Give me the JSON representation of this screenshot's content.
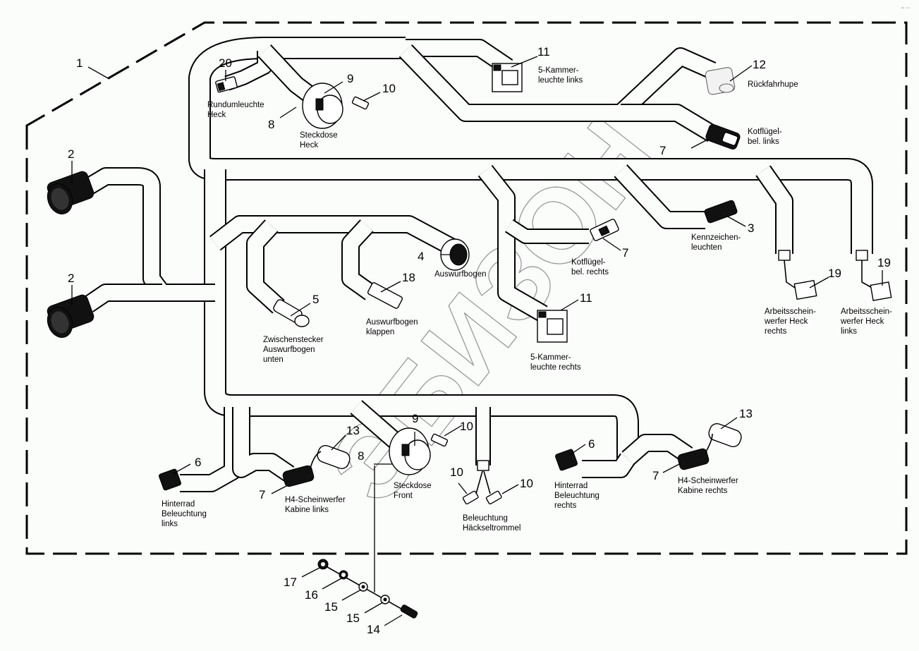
{
  "diagram": {
    "title": "Kabelbaum Beleuchtung",
    "watermark": "ЭБИЗОН",
    "corner_mark": "▪▫ ▫▫▫",
    "colors": {
      "line": "#000000",
      "background": "#fbfdfb",
      "watermark": "#777777"
    }
  },
  "callouts": [
    {
      "id": "c1",
      "num": "1"
    },
    {
      "id": "c2a",
      "num": "2"
    },
    {
      "id": "c2b",
      "num": "2"
    },
    {
      "id": "c3",
      "num": "3"
    },
    {
      "id": "c4",
      "num": "4"
    },
    {
      "id": "c5",
      "num": "5"
    },
    {
      "id": "c6a",
      "num": "6"
    },
    {
      "id": "c6b",
      "num": "6"
    },
    {
      "id": "c7a",
      "num": "7"
    },
    {
      "id": "c7b",
      "num": "7"
    },
    {
      "id": "c7c",
      "num": "7"
    },
    {
      "id": "c7d",
      "num": "7"
    },
    {
      "id": "c8a",
      "num": "8"
    },
    {
      "id": "c8b",
      "num": "8"
    },
    {
      "id": "c9a",
      "num": "9"
    },
    {
      "id": "c9b",
      "num": "9"
    },
    {
      "id": "c10a",
      "num": "10"
    },
    {
      "id": "c10b",
      "num": "10"
    },
    {
      "id": "c10c",
      "num": "10"
    },
    {
      "id": "c10d",
      "num": "10"
    },
    {
      "id": "c11a",
      "num": "11"
    },
    {
      "id": "c11b",
      "num": "11"
    },
    {
      "id": "c12",
      "num": "12"
    },
    {
      "id": "c13a",
      "num": "13"
    },
    {
      "id": "c13b",
      "num": "13"
    },
    {
      "id": "c14",
      "num": "14"
    },
    {
      "id": "c15a",
      "num": "15"
    },
    {
      "id": "c15b",
      "num": "15"
    },
    {
      "id": "c16",
      "num": "16"
    },
    {
      "id": "c17",
      "num": "17"
    },
    {
      "id": "c18",
      "num": "18"
    },
    {
      "id": "c19a",
      "num": "19"
    },
    {
      "id": "c19b",
      "num": "19"
    },
    {
      "id": "c20",
      "num": "20"
    }
  ],
  "labels": {
    "rundumleuchte": [
      "Rundumleuchte",
      "Heck"
    ],
    "steckdose_heck": [
      "Steckdose",
      "Heck"
    ],
    "kammer_links": [
      "5-Kammer-",
      "leuchte links"
    ],
    "rueckfahrhupe": [
      "Rückfahrhupe"
    ],
    "kotfluegel_links": [
      "Kotflügel-",
      "bel. links"
    ],
    "kennzeichen": [
      "Kennzeichen-",
      "leuchten"
    ],
    "kotfluegel_rechts": [
      "Kotflügel-",
      "bel. rechts"
    ],
    "auswurfbogen": [
      "Auswurfbogen"
    ],
    "auswurfbogen_klappen": [
      "Auswurfbogen",
      "klappen"
    ],
    "zwischenstecker": [
      "Zwischenstecker",
      "Auswurfbogen",
      "unten"
    ],
    "kammer_rechts": [
      "5-Kammer-",
      "leuchte rechts"
    ],
    "arbeits_rechts": [
      "Arbeitsschein-",
      "werfer Heck",
      "rechts"
    ],
    "arbeits_links": [
      "Arbeitsschein-",
      "werfer Heck",
      "links"
    ],
    "hinterrad_links": [
      "Hinterrad",
      "Beleuchtung",
      "links"
    ],
    "h4_links": [
      "H4-Scheinwerfer",
      "Kabine links"
    ],
    "steckdose_front": [
      "Steckdose",
      "Front"
    ],
    "haeckseltrommel": [
      "Beleuchtung",
      "Häckseltrommel"
    ],
    "hinterrad_rechts": [
      "Hinterrad",
      "Beleuchtung",
      "rechts"
    ],
    "h4_rechts": [
      "H4-Scheinwerfer",
      "Kabine rechts"
    ]
  }
}
